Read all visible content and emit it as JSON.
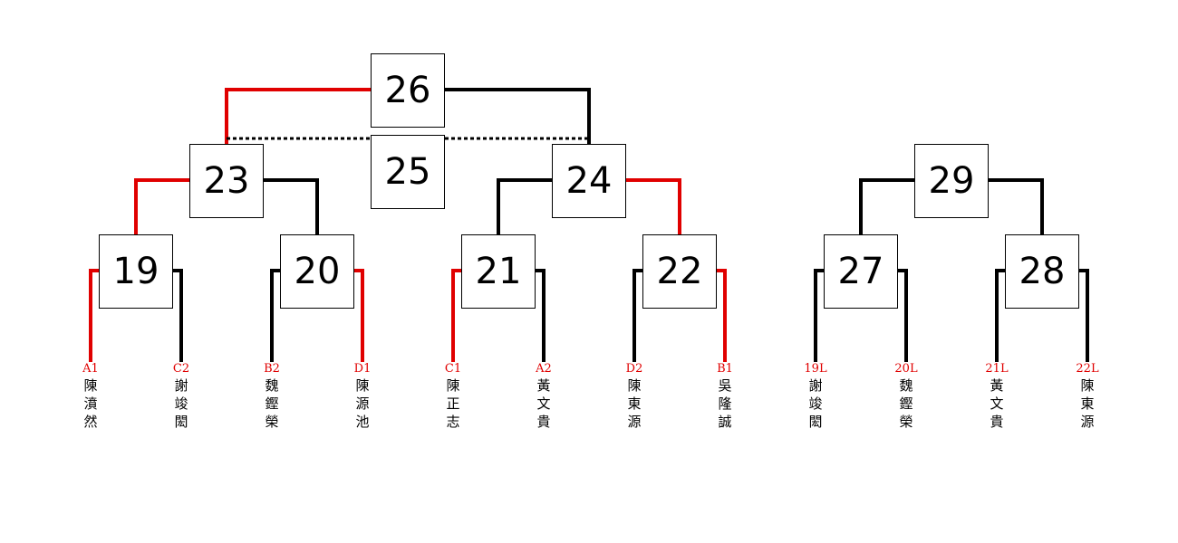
{
  "colors": {
    "winner_path": "#e00000",
    "line": "#000000",
    "seed_label": "#e00000"
  },
  "matches": [
    {
      "id": "m19",
      "number": "19"
    },
    {
      "id": "m20",
      "number": "20"
    },
    {
      "id": "m21",
      "number": "21"
    },
    {
      "id": "m22",
      "number": "22"
    },
    {
      "id": "m23",
      "number": "23"
    },
    {
      "id": "m24",
      "number": "24"
    },
    {
      "id": "m25",
      "number": "25"
    },
    {
      "id": "m26",
      "number": "26"
    },
    {
      "id": "m27",
      "number": "27"
    },
    {
      "id": "m28",
      "number": "28"
    },
    {
      "id": "m29",
      "number": "29"
    }
  ],
  "players": [
    {
      "seed": "A1",
      "name": [
        "陳",
        "濆",
        "然"
      ]
    },
    {
      "seed": "C2",
      "name": [
        "謝",
        "竣",
        "閎"
      ]
    },
    {
      "seed": "B2",
      "name": [
        "魏",
        "鏗",
        "榮"
      ]
    },
    {
      "seed": "D1",
      "name": [
        "陳",
        "源",
        "池"
      ]
    },
    {
      "seed": "C1",
      "name": [
        "陳",
        "正",
        "志"
      ]
    },
    {
      "seed": "A2",
      "name": [
        "黃",
        "文",
        "貴"
      ]
    },
    {
      "seed": "D2",
      "name": [
        "陳",
        "東",
        "源"
      ]
    },
    {
      "seed": "B1",
      "name": [
        "吳",
        "隆",
        "誠"
      ]
    },
    {
      "seed": "19L",
      "name": [
        "謝",
        "竣",
        "閎"
      ]
    },
    {
      "seed": "20L",
      "name": [
        "魏",
        "鏗",
        "榮"
      ]
    },
    {
      "seed": "21L",
      "name": [
        "黃",
        "文",
        "貴"
      ]
    },
    {
      "seed": "22L",
      "name": [
        "陳",
        "東",
        "源"
      ]
    }
  ]
}
